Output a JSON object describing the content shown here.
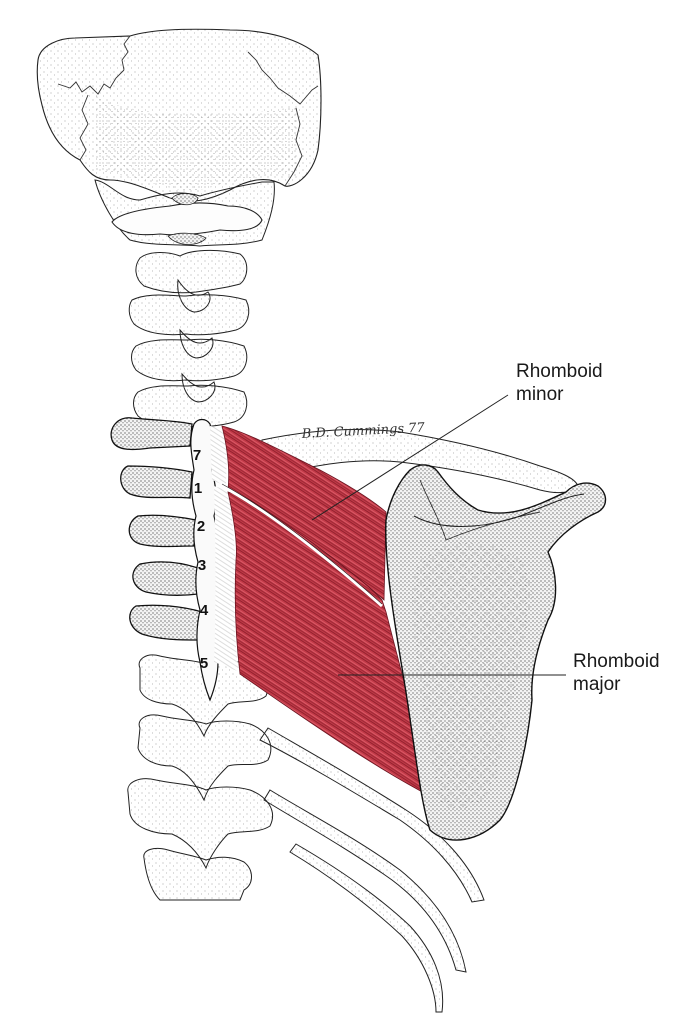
{
  "figure": {
    "subject": "Posterior view of neck and upper back showing rhomboid muscles",
    "colors": {
      "muscle": "#c23a48",
      "muscle_dark": "#8e1f2c",
      "muscle_light": "#e0616d",
      "bone_outline": "#222222",
      "stipple": "#555555",
      "background": "#ffffff"
    }
  },
  "labels": {
    "rhomboid_minor": {
      "line1": "Rhomboid",
      "line2": "minor"
    },
    "rhomboid_major": {
      "line1": "Rhomboid",
      "line2": "major"
    }
  },
  "vertebra_numbers": [
    "7",
    "1",
    "2",
    "3",
    "4",
    "5"
  ],
  "signature": "B.D. Cummings 77"
}
